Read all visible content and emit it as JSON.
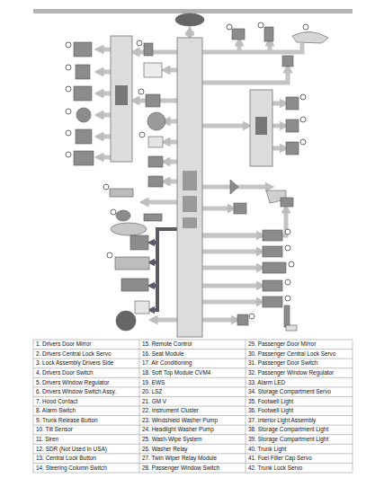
{
  "diagram": {
    "labels": [
      "1. Drivers Door Mirror",
      "2. Drivers Central Lock Servo",
      "3. Lock Assembly Drivers Side",
      "4. Drivers Door Switch",
      "5. Drivers Window Regulator",
      "6. Drivers Window Switch Assy.",
      "7. Hood Contact",
      "8. Alarm Switch",
      "9. Trunk Release Button",
      "10. Tilt Sensor",
      "11. Siren",
      "12. SDR (Not Used In USA)",
      "13. Central Lock Button",
      "14. Steering Column Switch",
      "15. Remote Control",
      "16. Seat Module",
      "17. Air Conditioning",
      "18. Soft Top Module CVM4",
      "19. EWS",
      "20. LSZ",
      "21. GM V",
      "22. Instrument Cluster",
      "23. Windshield Washer Pump",
      "24. Headlight Washer Pump",
      "25. Wash-Wipe System",
      "26. Washer Relay",
      "27. Twin Wiper Relay Module",
      "28. Passenger Window Switch",
      "29. Passenger Door Mirror",
      "30. Passenger Central Lock Servo",
      "31. Passenger Door Switch",
      "32. Passenger Window Regulator",
      "33. Alarm LED",
      "34. Storage Compartment Servo",
      "35. Footwell Light",
      "36. Footwell Light",
      "37. Interior Light Assembly",
      "38. Storage Compartment Light",
      "39. Storage Compartment Light",
      "40. Trunk Light",
      "41. Fuel Filler Cap Servo",
      "42. Trunk Lock Servo"
    ]
  }
}
